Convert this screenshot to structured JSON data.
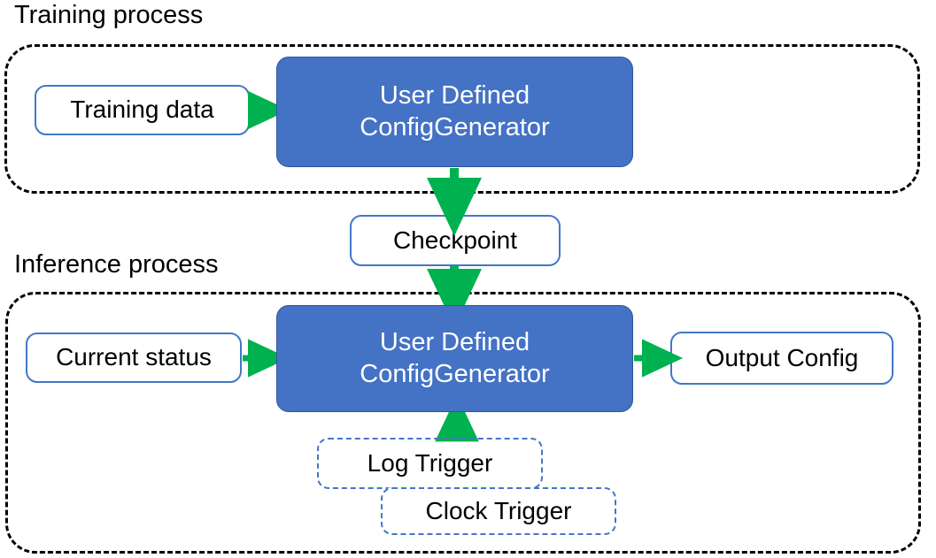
{
  "diagram": {
    "title": "Training process and Inference process flow",
    "colors": {
      "process_fill": "#4472C4",
      "process_stroke": "#2F5597",
      "box_stroke": "#4277C8",
      "arrow_green": "#00B14F",
      "container_dash": "#000000",
      "text_dark": "#000000",
      "text_light": "#FFFFFF"
    }
  },
  "sections": {
    "training": {
      "label": "Training process",
      "nodes": {
        "training_data": "Training data",
        "config_generator": "User Defined\nConfigGenerator",
        "config_generator_line1": "User Defined",
        "config_generator_line2": "ConfigGenerator"
      }
    },
    "inference": {
      "label": "Inference process",
      "nodes": {
        "current_status": "Current status",
        "config_generator_line1": "User Defined",
        "config_generator_line2": "ConfigGenerator",
        "output_config": "Output Config",
        "log_trigger": "Log Trigger",
        "clock_trigger": "Clock Trigger"
      }
    }
  },
  "bridge": {
    "checkpoint": "Checkpoint"
  },
  "edges": [
    {
      "name": "training-data-to-generator",
      "from": "Training data",
      "to": "User Defined ConfigGenerator",
      "direction": "right"
    },
    {
      "name": "generator-to-checkpoint",
      "from": "User Defined ConfigGenerator",
      "to": "Checkpoint",
      "direction": "down"
    },
    {
      "name": "checkpoint-to-inference-generator",
      "from": "Checkpoint",
      "to": "User Defined ConfigGenerator",
      "direction": "down"
    },
    {
      "name": "current-status-to-generator",
      "from": "Current status",
      "to": "User Defined ConfigGenerator",
      "direction": "right"
    },
    {
      "name": "generator-to-output-config",
      "from": "User Defined ConfigGenerator",
      "to": "Output Config",
      "direction": "right"
    },
    {
      "name": "triggers-to-generator",
      "from": "Log Trigger / Clock Trigger",
      "to": "User Defined ConfigGenerator",
      "direction": "up"
    }
  ]
}
